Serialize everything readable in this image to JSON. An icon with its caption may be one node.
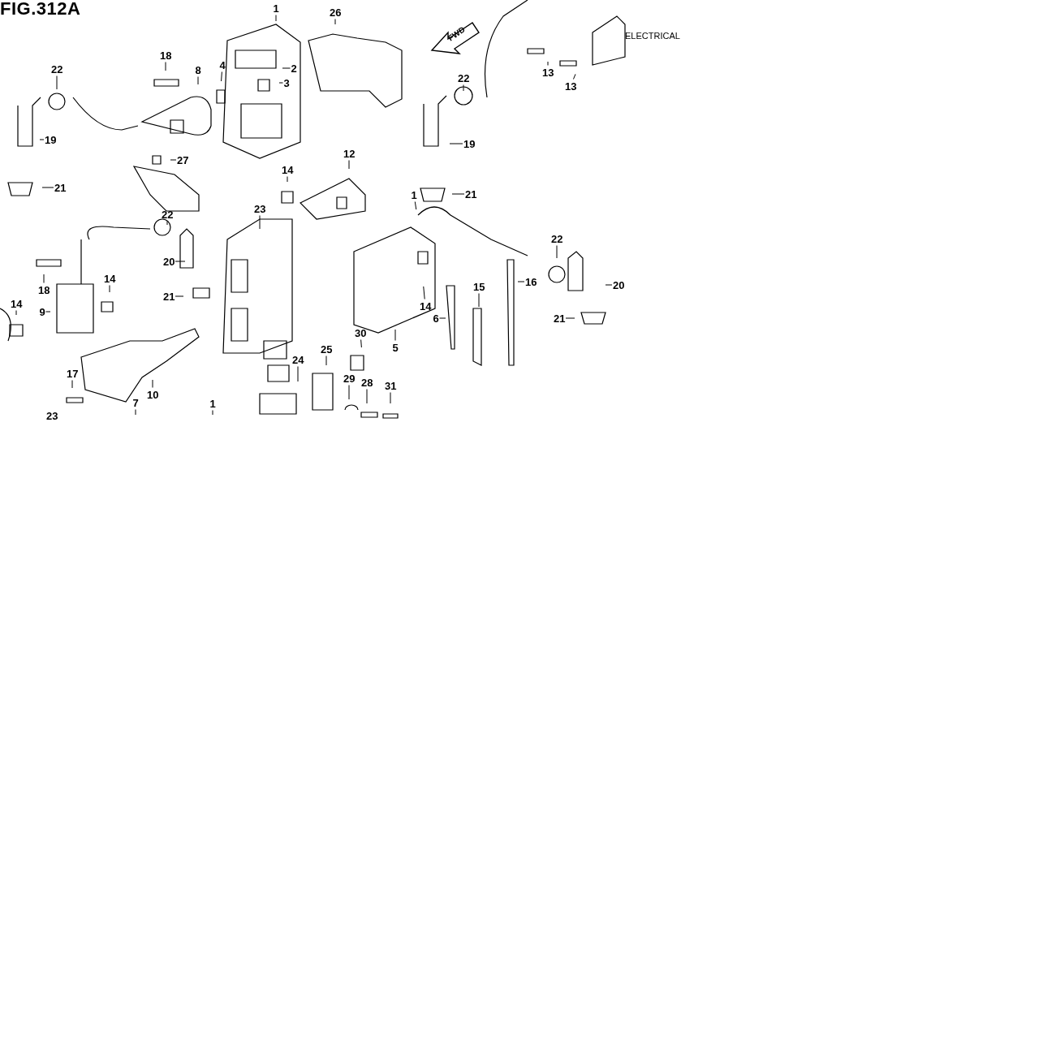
{
  "diagram": {
    "title": "FIG.312A",
    "nodes": [
      {
        "text": [
          "1"
        ]
      },
      {
        "text": [
          "2"
        ]
      },
      {
        "text": [
          "3"
        ]
      },
      {
        "text": [
          "4"
        ]
      },
      {
        "text": [
          "8"
        ]
      },
      {
        "text": [
          "18"
        ]
      },
      {
        "text": [
          "22"
        ]
      },
      {
        "text": [
          "19"
        ]
      },
      {
        "text": [
          "21"
        ]
      },
      {
        "text": [
          "27"
        ]
      },
      {
        "text": [
          "26"
        ]
      },
      {
        "text": [
          "13"
        ]
      },
      {
        "text": [
          "13"
        ]
      },
      {
        "text": [
          "22"
        ]
      },
      {
        "text": [
          "19"
        ]
      },
      {
        "text": [
          "21"
        ]
      },
      {
        "text": [
          "1"
        ]
      },
      {
        "text": [
          "12"
        ]
      },
      {
        "text": [
          "14"
        ]
      },
      {
        "text": [
          "22"
        ]
      },
      {
        "text": [
          "20"
        ]
      },
      {
        "text": [
          "21"
        ]
      },
      {
        "text": [
          "23"
        ]
      },
      {
        "text": [
          "18"
        ]
      },
      {
        "text": [
          "14"
        ]
      },
      {
        "text": [
          "14"
        ]
      },
      {
        "text": [
          "9"
        ]
      },
      {
        "text": [
          "17"
        ]
      },
      {
        "text": [
          "10"
        ]
      },
      {
        "text": [
          "7"
        ]
      },
      {
        "text": [
          "1"
        ]
      },
      {
        "text": [
          "23"
        ]
      },
      {
        "text": [
          "25"
        ]
      },
      {
        "text": [
          "24"
        ]
      },
      {
        "text": [
          "30"
        ]
      },
      {
        "text": [
          "29"
        ]
      },
      {
        "text": [
          "28"
        ]
      },
      {
        "text": [
          "31"
        ]
      },
      {
        "text": [
          "14"
        ]
      },
      {
        "text": [
          "5"
        ]
      },
      {
        "text": [
          "6"
        ]
      },
      {
        "text": [
          "15"
        ]
      },
      {
        "text": [
          "16"
        ]
      },
      {
        "text": [
          "22"
        ]
      },
      {
        "text": [
          "20"
        ]
      },
      {
        "text": [
          "21"
        ]
      }
    ],
    "edges": [
      {
        "from": 0,
        "to": null,
        "arrow": "none"
      },
      {
        "from": 1,
        "to": null,
        "arrow": "none"
      },
      {
        "from": 2,
        "to": null,
        "arrow": "none"
      },
      {
        "from": 3,
        "to": null,
        "arrow": "none"
      },
      {
        "from": 4,
        "to": null,
        "arrow": "none"
      },
      {
        "from": 5,
        "to": null,
        "arrow": "none"
      },
      {
        "from": 6,
        "to": null,
        "arrow": "none"
      },
      {
        "from": 7,
        "to": null,
        "arrow": "none"
      },
      {
        "from": 8,
        "to": null,
        "arrow": "none"
      },
      {
        "from": 9,
        "to": null,
        "arrow": "none"
      },
      {
        "from": 10,
        "to": null,
        "arrow": "none"
      },
      {
        "from": 11,
        "to": null,
        "arrow": "none"
      },
      {
        "from": 12,
        "to": null,
        "arrow": "none"
      },
      {
        "from": 13,
        "to": null,
        "arrow": "none"
      },
      {
        "from": 14,
        "to": null,
        "arrow": "none"
      },
      {
        "from": 15,
        "to": null,
        "arrow": "none"
      },
      {
        "from": 16,
        "to": null,
        "arrow": "none"
      },
      {
        "from": 17,
        "to": null,
        "arrow": "none"
      },
      {
        "from": 18,
        "to": null,
        "arrow": "none"
      },
      {
        "from": 19,
        "to": null,
        "arrow": "none"
      },
      {
        "from": 20,
        "to": null,
        "arrow": "none"
      },
      {
        "from": 21,
        "to": null,
        "arrow": "none"
      },
      {
        "from": 22,
        "to": null,
        "arrow": "none"
      },
      {
        "from": 23,
        "to": null,
        "arrow": "none"
      },
      {
        "from": 24,
        "to": null,
        "arrow": "none"
      },
      {
        "from": 25,
        "to": null,
        "arrow": "none"
      },
      {
        "from": 26,
        "to": null,
        "arrow": "none"
      },
      {
        "from": 27,
        "to": null,
        "arrow": "none"
      },
      {
        "from": 28,
        "to": null,
        "arrow": "none"
      },
      {
        "from": 29,
        "to": null,
        "arrow": "none"
      },
      {
        "from": 30,
        "to": null,
        "arrow": "none"
      },
      {
        "from": 32,
        "to": null,
        "arrow": "none"
      },
      {
        "from": 33,
        "to": null,
        "arrow": "none"
      },
      {
        "from": 34,
        "to": null,
        "arrow": "none"
      },
      {
        "from": 35,
        "to": null,
        "arrow": "none"
      },
      {
        "from": 36,
        "to": null,
        "arrow": "none"
      },
      {
        "from": 37,
        "to": null,
        "arrow": "none"
      },
      {
        "from": 38,
        "to": null,
        "arrow": "none"
      },
      {
        "from": 39,
        "to": null,
        "arrow": "none"
      },
      {
        "from": 40,
        "to": null,
        "arrow": "none"
      },
      {
        "from": 41,
        "to": null,
        "arrow": "none"
      },
      {
        "from": 42,
        "to": null,
        "arrow": "none"
      },
      {
        "from": 43,
        "to": null,
        "arrow": "none"
      },
      {
        "from": 44,
        "to": null,
        "arrow": "none"
      },
      {
        "from": 45,
        "to": null,
        "arrow": "none"
      }
    ],
    "labels": [
      "FWD",
      "ELECTRICAL"
    ]
  }
}
